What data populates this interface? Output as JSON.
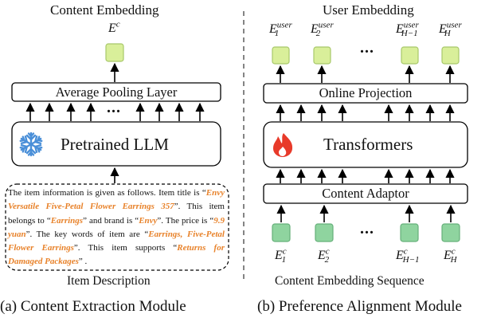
{
  "left": {
    "header": "Content Embedding",
    "output_symbol": "E",
    "output_superscript": "c",
    "pooling_label": "Average Pooling Layer",
    "llm_label": "Pretrained LLM",
    "ellipsis": "...",
    "description_segments": [
      {
        "text": "The item information is given as follows. Item title is “",
        "highlight": false
      },
      {
        "text": "Envy Versatile Five-Petal Flower Earrings 357",
        "highlight": true
      },
      {
        "text": "”. This item belongs to “",
        "highlight": false
      },
      {
        "text": "Earrings",
        "highlight": true
      },
      {
        "text": "” and brand is “",
        "highlight": false
      },
      {
        "text": "Envy",
        "highlight": true
      },
      {
        "text": "”. The price is “",
        "highlight": false
      },
      {
        "text": "9.9 yuan",
        "highlight": true
      },
      {
        "text": "”. The key words of item are “",
        "highlight": false
      },
      {
        "text": "Earrings, Five-Petal Flower Earrings",
        "highlight": true
      },
      {
        "text": "”. This item supports “",
        "highlight": false
      },
      {
        "text": "Returns for Damaged Packages",
        "highlight": true
      },
      {
        "text": "” .",
        "highlight": false
      }
    ],
    "description_caption": "Item Description",
    "module_caption": "(a) Content Extraction Module"
  },
  "right": {
    "header": "User Embedding",
    "user_tokens": [
      {
        "base": "E",
        "sup": "user",
        "sub": "1"
      },
      {
        "base": "E",
        "sup": "user",
        "sub": "2"
      },
      {
        "base": "E",
        "sup": "user",
        "sub": "H−1"
      },
      {
        "base": "E",
        "sup": "user",
        "sub": "H"
      }
    ],
    "projection_label": "Online Projection",
    "transformer_label": "Transformers",
    "adaptor_label": "Content Adaptor",
    "content_tokens": [
      {
        "base": "E",
        "sup": "c",
        "sub": "1"
      },
      {
        "base": "E",
        "sup": "c",
        "sub": "2"
      },
      {
        "base": "E",
        "sup": "c",
        "sub": "H−1"
      },
      {
        "base": "E",
        "sup": "c",
        "sub": "H"
      }
    ],
    "ellipsis": "...",
    "sequence_caption": "Content Embedding Sequence",
    "module_caption": "(b) Preference Alignment Module"
  },
  "colors": {
    "user_square": "#d9ef9a",
    "user_square_border": "#a8c86a",
    "content_square": "#8fd49f",
    "content_square_border": "#66b07a",
    "snowflake": "#4a8fd8",
    "flame": "#e83a2a",
    "highlight_text": "#e8822a"
  },
  "icons": {
    "llm_icon": "snowflake-icon",
    "transformer_icon": "flame-icon"
  }
}
